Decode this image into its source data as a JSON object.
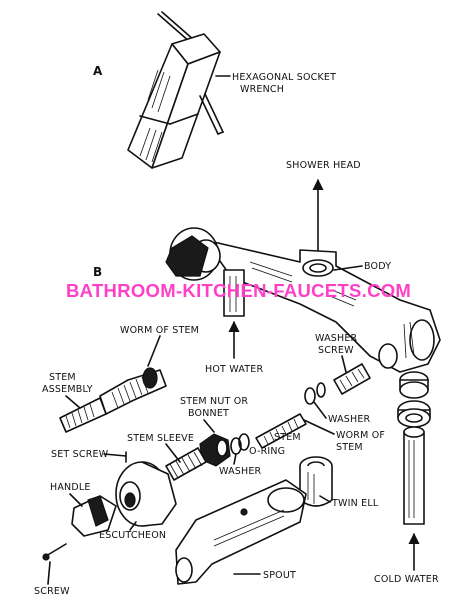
{
  "diagram": {
    "panel_a": "A",
    "panel_b": "B",
    "labels": {
      "hex_wrench_1": "HEXAGONAL SOCKET",
      "hex_wrench_2": "WRENCH",
      "shower_head": "SHOWER HEAD",
      "body": "BODY",
      "worm_of_stem_top": "WORM OF STEM",
      "stem_assembly_1": "STEM",
      "stem_assembly_2": "ASSEMBLY",
      "hot_water": "HOT WATER",
      "washer_screw_1": "WASHER",
      "washer_screw_2": "SCREW",
      "stem_nut_1": "STEM NUT OR",
      "stem_nut_2": "BONNET",
      "washer_right": "WASHER",
      "stem_sleeve": "STEM SLEEVE",
      "stem": "STEM",
      "worm_of_stem_1": "WORM OF",
      "worm_of_stem_2": "STEM",
      "set_screw": "SET SCREW",
      "o_ring": "O-RING",
      "washer_mid": "WASHER",
      "handle": "HANDLE",
      "twin_ell": "TWIN ELL",
      "escutcheon": "ESCUTCHEON",
      "screw": "SCREW",
      "spout": "SPOUT",
      "cold_water": "COLD WATER"
    }
  },
  "watermark": {
    "text": "BATHROOM-KITCHEN-FAUCETS.COM",
    "color": "#ff3fc8"
  }
}
